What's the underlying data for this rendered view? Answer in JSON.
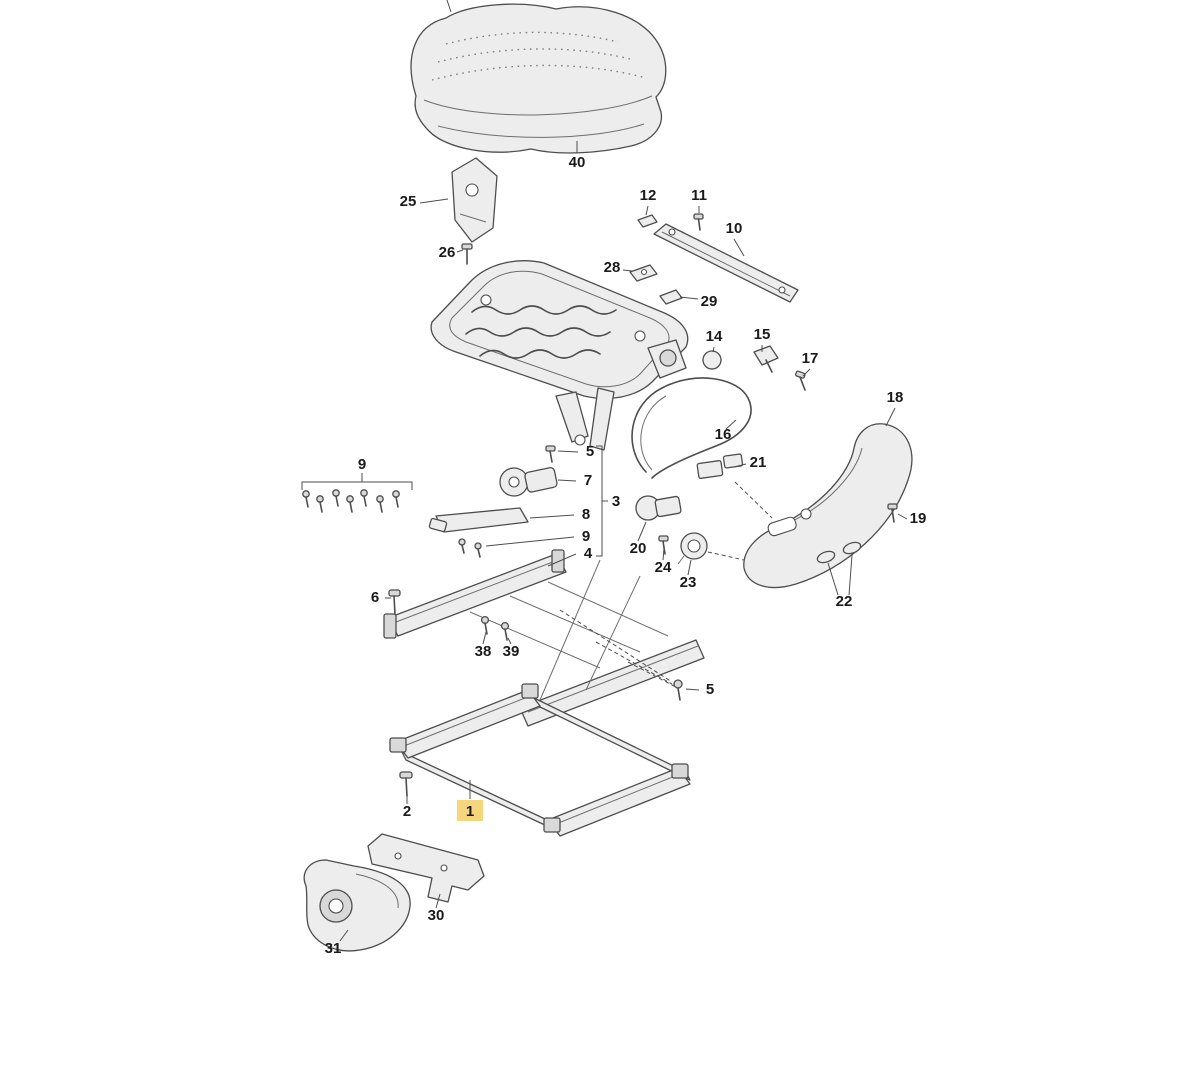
{
  "canvas": {
    "background": "#ffffff"
  },
  "highlight": {
    "color": "#f6d57d",
    "selected": "1"
  },
  "callouts": [
    {
      "id": "40",
      "label": "40"
    },
    {
      "id": "25",
      "label": "25"
    },
    {
      "id": "26",
      "label": "26"
    },
    {
      "id": "12",
      "label": "12"
    },
    {
      "id": "11",
      "label": "11"
    },
    {
      "id": "10",
      "label": "10"
    },
    {
      "id": "28",
      "label": "28"
    },
    {
      "id": "29",
      "label": "29"
    },
    {
      "id": "14",
      "label": "14"
    },
    {
      "id": "15",
      "label": "15"
    },
    {
      "id": "17",
      "label": "17"
    },
    {
      "id": "16",
      "label": "16"
    },
    {
      "id": "18",
      "label": "18"
    },
    {
      "id": "19",
      "label": "19"
    },
    {
      "id": "21",
      "label": "21"
    },
    {
      "id": "9-group",
      "label": "9"
    },
    {
      "id": "5-upper",
      "label": "5"
    },
    {
      "id": "7",
      "label": "7"
    },
    {
      "id": "3",
      "label": "3"
    },
    {
      "id": "8",
      "label": "8"
    },
    {
      "id": "9",
      "label": "9"
    },
    {
      "id": "4",
      "label": "4"
    },
    {
      "id": "20",
      "label": "20"
    },
    {
      "id": "24",
      "label": "24"
    },
    {
      "id": "23",
      "label": "23"
    },
    {
      "id": "22",
      "label": "22"
    },
    {
      "id": "6",
      "label": "6"
    },
    {
      "id": "38",
      "label": "38"
    },
    {
      "id": "39",
      "label": "39"
    },
    {
      "id": "5-lower",
      "label": "5"
    },
    {
      "id": "2",
      "label": "2"
    },
    {
      "id": "1",
      "label": "1",
      "highlighted": true
    },
    {
      "id": "30",
      "label": "30"
    },
    {
      "id": "31",
      "label": "31"
    }
  ]
}
